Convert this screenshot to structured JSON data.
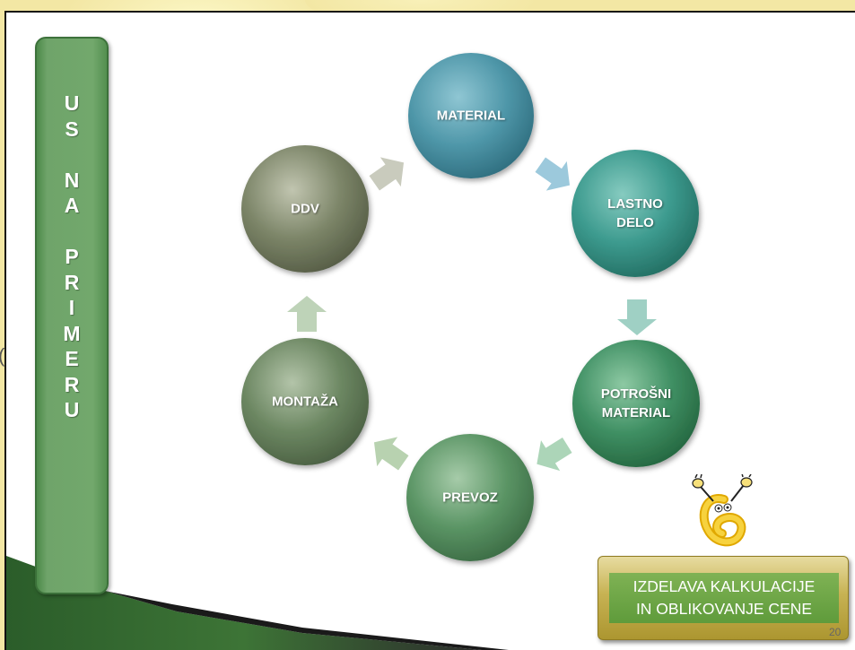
{
  "sidebar": {
    "text": "U\nS\n\nN\nA\n\nP\nR\nI\nM\nE\nR\nU"
  },
  "cycle": {
    "nodes": [
      {
        "id": "material",
        "label": "MATERIAL",
        "color": "#4f97a9"
      },
      {
        "id": "lastno-delo",
        "label": "LASTNO\nDELO",
        "color": "#3c9a8e"
      },
      {
        "id": "potrosni-material",
        "label": "POTROŠNI\nMATERIAL",
        "color": "#3f8f63"
      },
      {
        "id": "prevoz",
        "label": "PREVOZ",
        "color": "#5b9565"
      },
      {
        "id": "montaza",
        "label": "MONTAŽA",
        "color": "#6c8762"
      },
      {
        "id": "ddv",
        "label": "DDV",
        "color": "#7c8568"
      }
    ]
  },
  "title_box": {
    "text": "IZDELAVA KALKULACIJE\nIN OBLIKOVANJE CENE"
  },
  "slide_number": "20",
  "colors": {
    "background": "#f3e7a4",
    "sidebar": "#6fa46a",
    "title_box_border": "#c7b253",
    "title_box_fill": "#6ba347"
  }
}
